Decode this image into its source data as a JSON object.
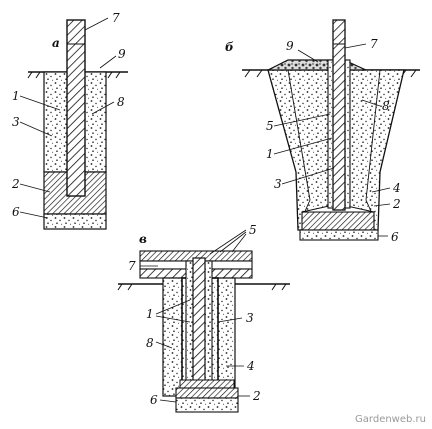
{
  "figure_a": {
    "letter": "а",
    "labels": [
      "7",
      "9",
      "1",
      "8",
      "3",
      "2",
      "6"
    ]
  },
  "figure_b": {
    "letter": "б",
    "labels": [
      "9",
      "7",
      "8",
      "5",
      "1",
      "3",
      "4",
      "2",
      "6"
    ]
  },
  "figure_v": {
    "letter": "в",
    "labels": [
      "5",
      "7",
      "1",
      "3",
      "8",
      "4",
      "6",
      "2"
    ]
  },
  "watermark": "Gardenweb.ru"
}
